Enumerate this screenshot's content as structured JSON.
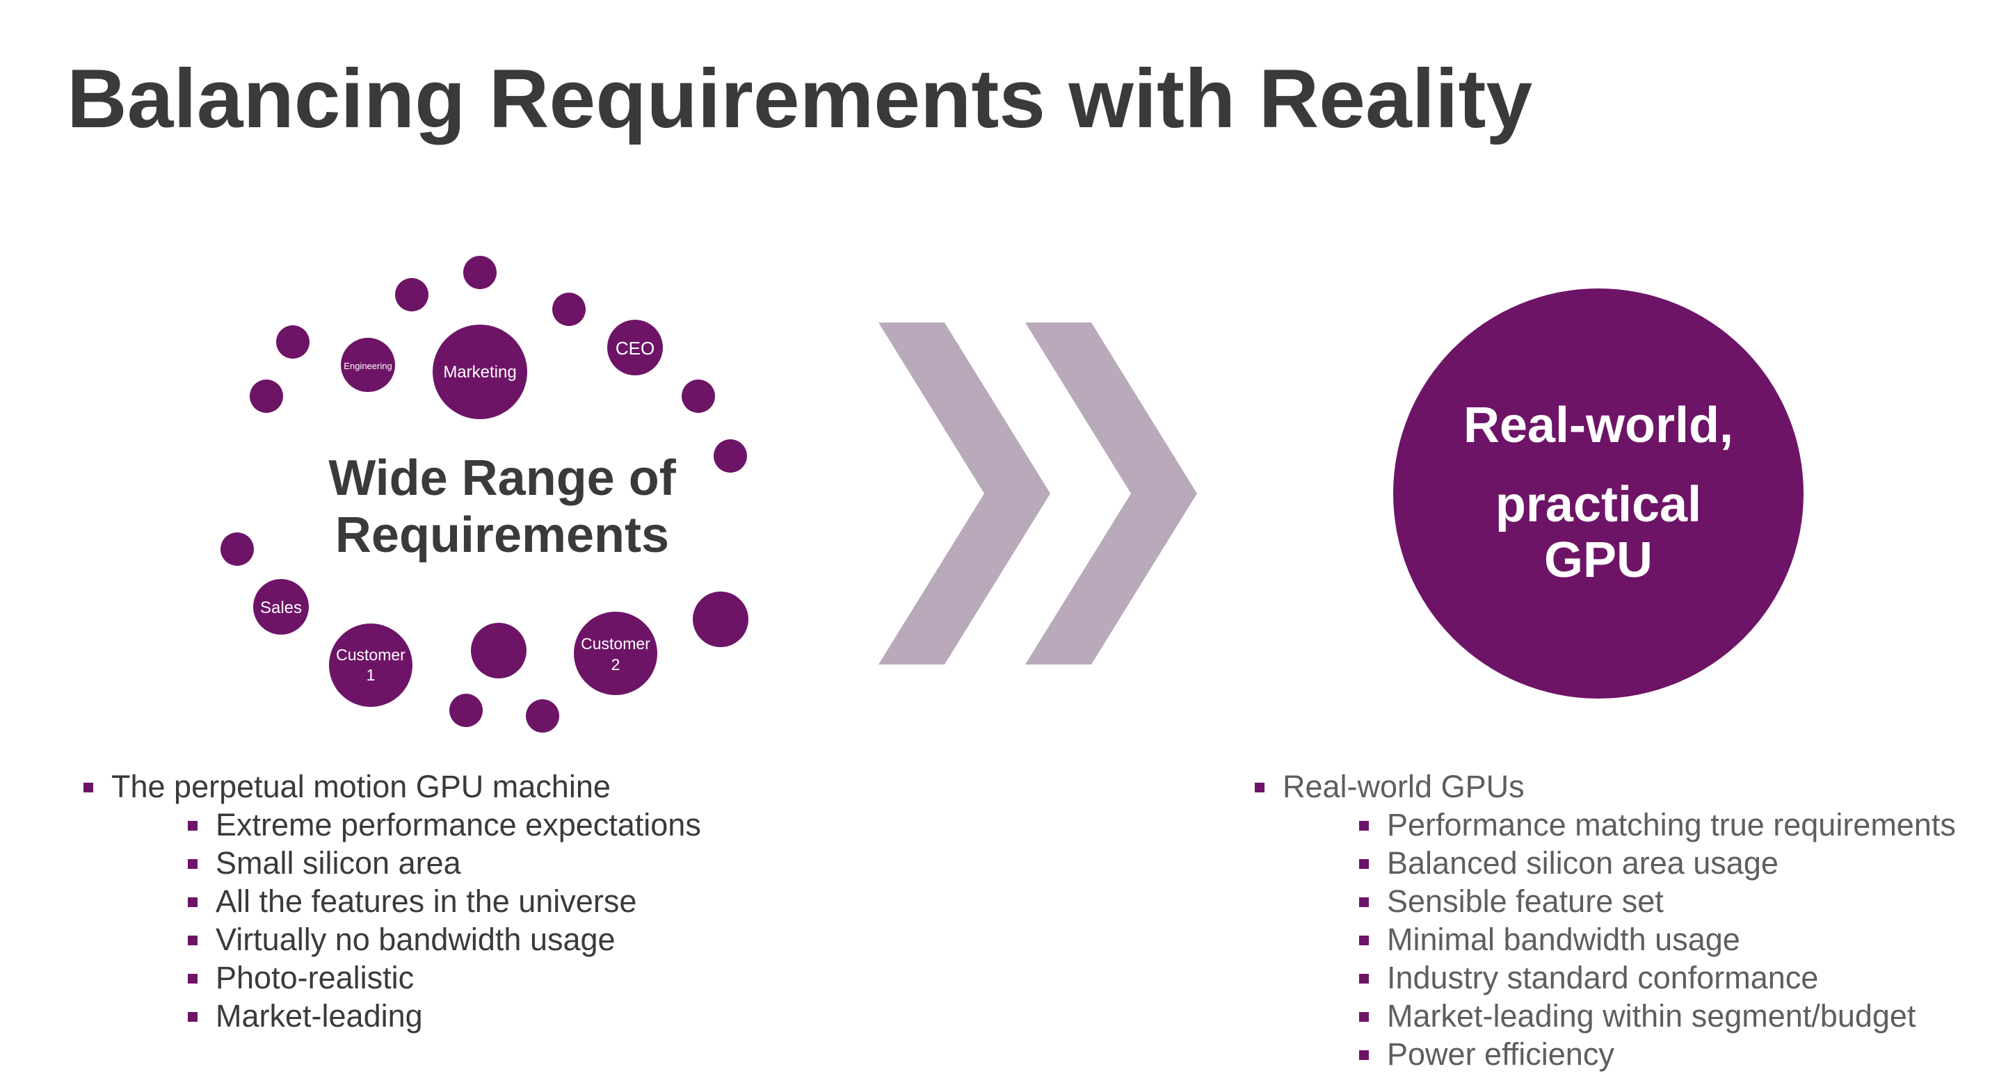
{
  "slide": {
    "title": "Balancing Requirements with Reality"
  },
  "left_diagram": {
    "center_label_line1": "Wide Range of",
    "center_label_line2": "Requirements",
    "bubbles": {
      "engineering": "Engineering",
      "marketing": "Marketing",
      "ceo": "CEO",
      "sales": "Sales",
      "customer1_line1": "Customer",
      "customer1_line2": "1",
      "customer2_line1": "Customer",
      "customer2_line2": "2"
    }
  },
  "right_diagram": {
    "line1": "Real-world,",
    "line2": "practical",
    "line3": "GPU"
  },
  "left_list": {
    "heading": "The perpetual motion GPU machine",
    "items": [
      "Extreme performance expectations",
      "Small silicon area",
      "All the features in the universe",
      "Virtually no bandwidth usage",
      "Photo-realistic",
      "Market-leading"
    ]
  },
  "right_list": {
    "heading": "Real-world GPUs",
    "items": [
      "Performance matching true requirements",
      "Balanced silicon area usage",
      "Sensible feature set",
      "Minimal bandwidth usage",
      "Industry standard conformance",
      "Market-leading within segment/budget",
      "Power efficiency"
    ]
  },
  "colors": {
    "accent": "#6e1467",
    "chevron": "#b9a9ba",
    "title": "#3a3a3a",
    "right_list_text": "#5e5e5e"
  }
}
